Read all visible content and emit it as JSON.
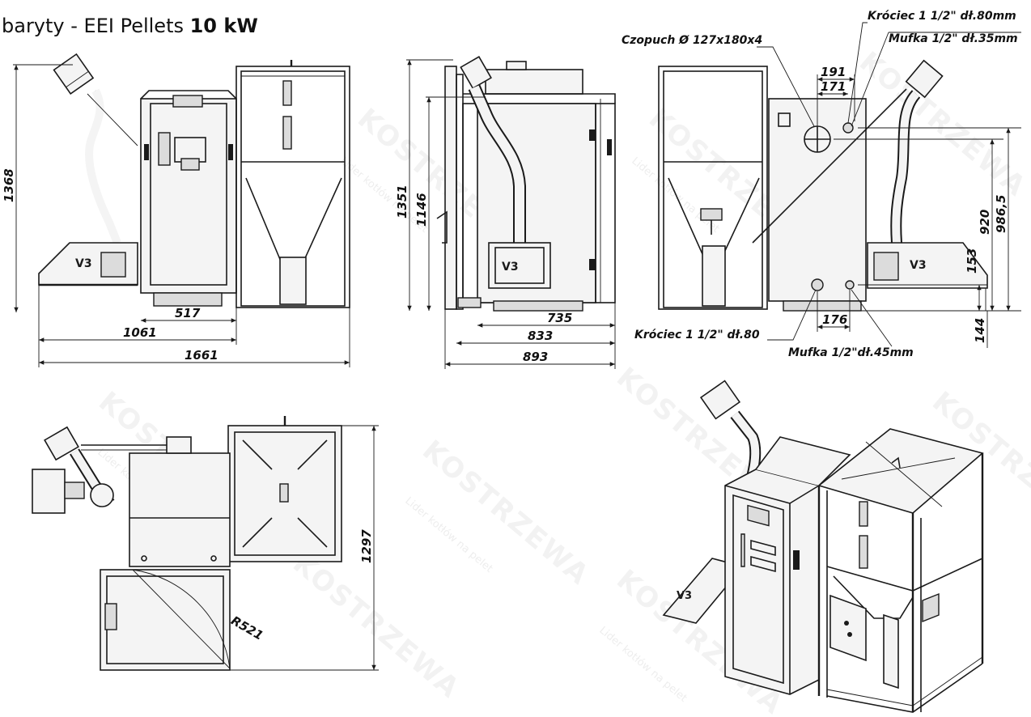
{
  "title": {
    "prefix": "baryty - EEI Pellets ",
    "strong": "10 kW"
  },
  "watermark": {
    "brand": "KOSTRZEWA",
    "slogan": "Lider kotłów na pelet"
  },
  "front_view": {
    "height": "1368",
    "width_517": "517",
    "width_1061": "1061",
    "width_1661": "1661"
  },
  "side_view": {
    "height_1351": "1351",
    "height_1146": "1146",
    "width_735": "735",
    "width_833": "833",
    "width_893": "893"
  },
  "rear_view": {
    "flue": "Czopuch Ø 127x180x4",
    "outlet_top": "Króciec 1 1/2\" dł.80mm",
    "sleeve_top": "Mufka 1/2\" dł.35mm",
    "inlet_bottom": "Króciec  1 1/2\" dł.80",
    "sleeve_bottom": "Mufka 1/2\"dł.45mm",
    "d191": "191",
    "d171": "171",
    "d176": "176",
    "d920": "920",
    "d986": "986,5",
    "d153": "153",
    "d144": "144"
  },
  "top_view": {
    "depth": "1297",
    "radius": "R521"
  }
}
